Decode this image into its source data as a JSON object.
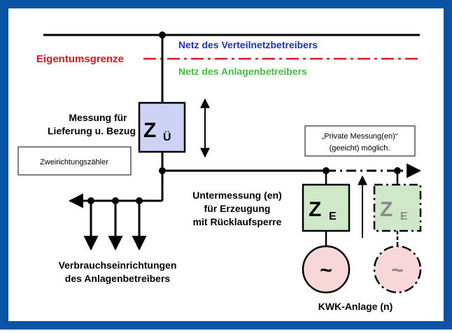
{
  "labels": {
    "net_operator": "Netz des Verteilnetzbetreibers",
    "ownership_boundary": "Eigentumsgrenze",
    "net_plant_operator": "Netz des Anlagenbetreibers",
    "measurement_title_line1": "Messung für",
    "measurement_title_line2": "Lieferung u. Bezug",
    "bidirectional_meter": "Zweirichtungszähler",
    "private_metering_line1": "„Private Messung(en)“",
    "private_metering_line2": "(geeicht) möglich.",
    "submetering_line1": "Untermessung (en)",
    "submetering_line2": "für Erzeugung",
    "submetering_line3": "mit Rücklaufsperre",
    "consumers_line1": "Verbrauchseinrichtungen",
    "consumers_line2": "des Anlagenbetreibers",
    "chp_plant": "KWK-Anlage (n)"
  },
  "meters": {
    "main_letter": "Z",
    "main_sub": "Ü",
    "gen_letter": "Z",
    "gen_sub": "E",
    "gen2_letter": "Z",
    "gen2_sub": "E"
  },
  "generators": {
    "symbol": "~"
  },
  "colors": {
    "frame": "#0b53a5",
    "ownership_boundary": "#e8141b",
    "net_operator": "#1b2fd6",
    "net_plant_operator": "#3ec43a",
    "main_meter_fill": "#cdd3f5",
    "gen_meter_fill": "#cfe9c8",
    "generator_fill": "#f7d7d7",
    "ghost_text": "#8a8a8a"
  }
}
